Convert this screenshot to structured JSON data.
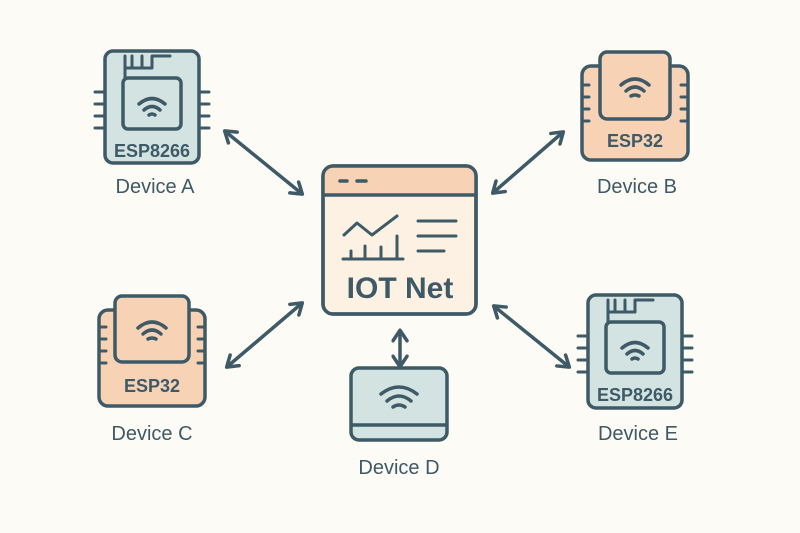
{
  "diagram": {
    "hub": {
      "title": "IOT Net",
      "icon": "dashboard-window-icon"
    },
    "devices": [
      {
        "id": "A",
        "label": "Device A",
        "chip": "ESP8266",
        "type": "esp8266"
      },
      {
        "id": "B",
        "label": "Device B",
        "chip": "ESP32",
        "type": "esp32"
      },
      {
        "id": "C",
        "label": "Device C",
        "chip": "ESP32",
        "type": "esp32"
      },
      {
        "id": "D",
        "label": "Device D",
        "chip": "",
        "type": "router"
      },
      {
        "id": "E",
        "label": "Device E",
        "chip": "ESP8266",
        "type": "esp8266"
      }
    ],
    "connections": [
      {
        "from": "A",
        "to": "hub",
        "bidirectional": true
      },
      {
        "from": "B",
        "to": "hub",
        "bidirectional": true
      },
      {
        "from": "C",
        "to": "hub",
        "bidirectional": true
      },
      {
        "from": "D",
        "to": "hub",
        "bidirectional": true
      },
      {
        "from": "E",
        "to": "hub",
        "bidirectional": true
      }
    ]
  },
  "colors": {
    "background": "#fdfbf5",
    "stroke": "#3e5a66",
    "esp8266_fill": "#d3e3e1",
    "esp32_fill": "#f8d2b5",
    "hub_header": "#f8d2b5",
    "hub_body": "#fdf1e3"
  }
}
